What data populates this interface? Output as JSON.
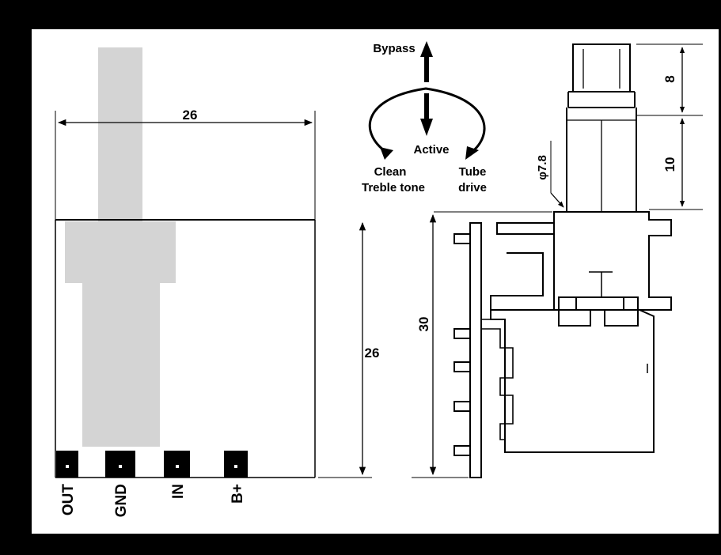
{
  "colors": {
    "frame": "#000000",
    "paper": "#ffffff",
    "shaft_shade": "#d4d4d4",
    "ink": "#000000"
  },
  "switch_modes": {
    "bypass": "Bypass",
    "active": "Active",
    "clean_line1": "Clean",
    "clean_line2": "Treble tone",
    "tube_line1": "Tube",
    "tube_line2": "drive"
  },
  "dimensions": {
    "top_width": "26",
    "body_height": "26",
    "overall_height": "30",
    "cap_height": "8",
    "shaft_height": "10",
    "shaft_diameter": "φ7.8"
  },
  "pins": {
    "out": "OUT",
    "gnd": "GND",
    "in": "IN",
    "bplus": "B+"
  }
}
